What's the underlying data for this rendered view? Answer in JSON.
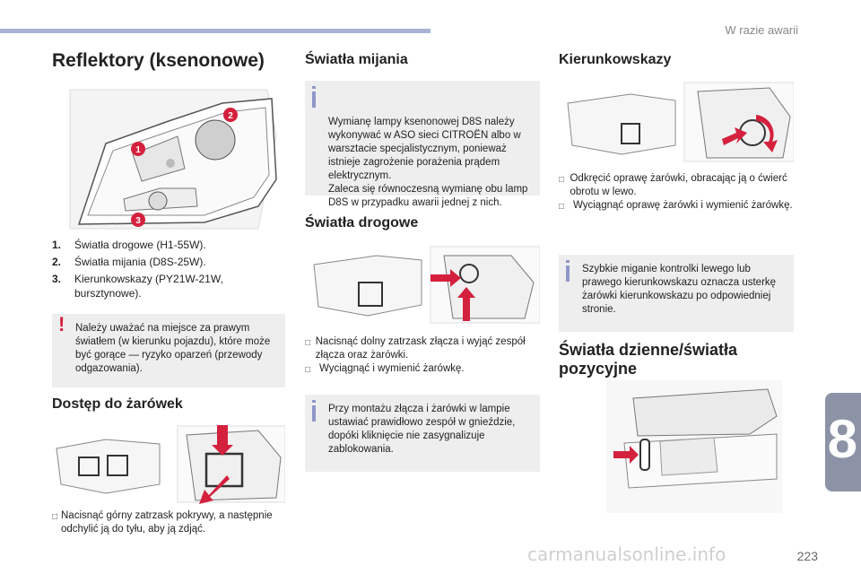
{
  "header": {
    "section": "W razie awarii"
  },
  "chapter": {
    "number": "8"
  },
  "page_number": "223",
  "watermark": "carmanualsonline.info",
  "left": {
    "title": "Reflektory (ksenonowe)",
    "markers": [
      "1",
      "2",
      "3"
    ],
    "legend": [
      {
        "num": "1.",
        "text": "Światła drogowe (H1-55W)."
      },
      {
        "num": "2.",
        "text": "Światła mijania (D8S-25W)."
      },
      {
        "num": "3.",
        "text": "Kierunkowskazy (PY21W-21W, bursztynowe)."
      }
    ],
    "warning": "Należy uważać na miejsce za prawym światłem (w kierunku pojazdu), które może być gorące — ryzyko oparzeń (przewody odgazowania).",
    "access_title": "Dostęp do żarówek",
    "access_steps": [
      "Nacisnąć górny zatrzask pokrywy, a następnie odchylić ją do tyłu, aby ją zdjąć."
    ]
  },
  "middle": {
    "low_title": "Światła mijania",
    "low_info": "Wymianę lampy ksenonowej D8S należy wykonywać w ASO sieci CITROËN albo w warsztacie specjalistycznym, ponieważ istnieje zagrożenie porażenia prądem elektrycznym.\nZaleca się równoczesną wymianę obu lamp D8S w przypadku awarii jednej z nich.",
    "high_title": "Światła drogowe",
    "high_steps": [
      "Nacisnąć dolny zatrzask złącza i wyjąć zespół złącza oraz żarówki.",
      "Wyciągnąć i wymienić żarówkę."
    ],
    "high_info": "Przy montażu złącza i żarówki w lampie ustawiać prawidłowo zespół w gnieździe, dopóki kliknięcie nie zasygnalizuje zablokowania."
  },
  "right": {
    "turn_title": "Kierunkowskazy",
    "turn_steps": [
      "Odkręcić oprawę żarówki, obracając ją o ćwierć obrotu w lewo.",
      "Wyciągnąć oprawę żarówki i wymienić żarówkę."
    ],
    "turn_info": "Szybkie miganie kontrolki lewego lub prawego kierunkowskazu oznacza usterkę żarówki kierunkowskazu po odpowiedniej stronie.",
    "drl_title": "Światła dzienne/światła pozycyjne"
  },
  "colors": {
    "accent_red": "#d4213d",
    "info_blue": "#8f97c8",
    "box_bg": "#eeeeee",
    "tab_gray": "#8d93a6"
  },
  "icons": {
    "bullet": "square-bullet-icon",
    "warning": "exclamation-icon",
    "info": "info-i-icon"
  }
}
